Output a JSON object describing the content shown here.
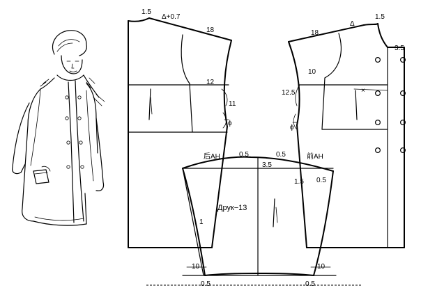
{
  "labels": {
    "back_neck_width": "1.5",
    "back_shoulder_ease": "Δ+0.7",
    "back_shoulder_len": "18",
    "back_armhole_12": "12",
    "back_armhole_11": "11",
    "back_phi": "ϕ",
    "front_shoulder_len": "18",
    "front_delta": "Δ",
    "front_neck_width": "1.5",
    "front_placket": "3.5",
    "front_armhole_10": "10",
    "front_armhole_12_5": "12.5",
    "front_phi": "ϕ",
    "dart_mark": "×",
    "sleeve_back_ah": "后AH",
    "sleeve_front_ah": "前AH",
    "sleeve_cap_05_left": "0.5",
    "sleeve_cap_05_right": "0.5",
    "sleeve_cap_35": "3.5",
    "sleeve_cap_15": "1.5",
    "sleeve_cap_05_side": "0.5",
    "sleeve_length": "Друк−13",
    "sleeve_curve_1": "1",
    "sleeve_cuff_left_10": "10",
    "sleeve_cuff_right_10": "10",
    "sleeve_hem_05_left": "0.5",
    "sleeve_hem_05_right": "0.5"
  }
}
